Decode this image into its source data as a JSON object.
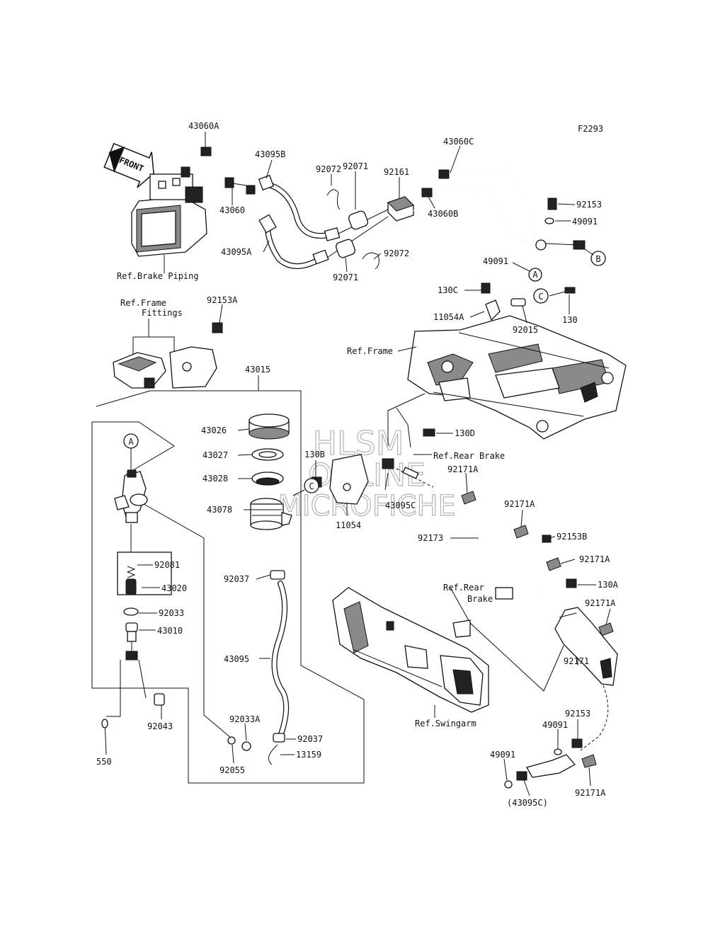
{
  "diagram": {
    "code": "F2293",
    "front_arrow": "FRONT",
    "watermark": [
      "HLSM",
      "ONLINE",
      "MICROFICHE"
    ],
    "callouts": [
      "A",
      "B",
      "C"
    ],
    "parts": {
      "p43060A": "43060A",
      "p43095B": "43095B",
      "p92072a": "92072",
      "p92161": "92161",
      "p43060C": "43060C",
      "p92071a": "92071",
      "p43060": "43060",
      "p43060B": "43060B",
      "p92153": "92153",
      "p49091a": "49091",
      "p43095A": "43095A",
      "p92072b": "92072",
      "p92071b": "92071",
      "p49091b": "49091",
      "p130C": "130C",
      "p11054A": "11054A",
      "p92015": "92015",
      "p130": "130",
      "p92153A": "92153A",
      "p43015": "43015",
      "p43026": "43026",
      "p43027": "43027",
      "p43028": "43028",
      "p43078": "43078",
      "p130D": "130D",
      "p130B": "130B",
      "p92171Aa": "92171A",
      "p43095C": "43095C",
      "p11054": "11054",
      "p92171Ab": "92171A",
      "p92173": "92173",
      "p92153B": "92153B",
      "p92171Ac": "92171A",
      "p92081": "92081",
      "p43020": "43020",
      "p92037a": "92037",
      "p92033": "92033",
      "p43010": "43010",
      "p130A": "130A",
      "p92171Ad": "92171A",
      "p43095": "43095",
      "p92171": "92171",
      "p92043": "92043",
      "p92033A": "92033A",
      "p92037b": "92037",
      "p13159": "13159",
      "p92055": "92055",
      "p550": "550",
      "p92153b": "92153",
      "p49091c": "49091",
      "p49091d": "49091",
      "p43095Cb": "(43095C)",
      "p92171Ae": "92171A"
    },
    "references": {
      "brake_piping": "Ref.Brake Piping",
      "frame_fittings_1": "Ref.Frame",
      "frame_fittings_2": "Fittings",
      "frame": "Ref.Frame",
      "rear_brake": "Ref.Rear Brake",
      "rear_brake2_1": "Ref.Rear",
      "rear_brake2_2": "Brake",
      "swingarm": "Ref.Swingarm"
    }
  }
}
